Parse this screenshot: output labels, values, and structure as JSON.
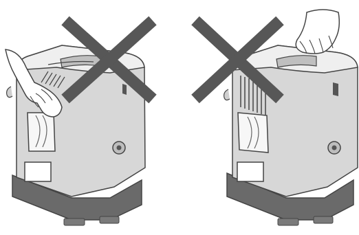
{
  "colors": {
    "background": "#ffffff",
    "body_gray": "#d7d7d7",
    "light_gray": "#efefef",
    "dark_base": "#6a6a6a",
    "outline": "#444444",
    "cross": "#575757",
    "white": "#ffffff"
  },
  "figures": [
    {
      "name": "incorrect-side-lift-example",
      "hand_position": "side-grip",
      "crossed_out": true
    },
    {
      "name": "incorrect-top-lift-example",
      "hand_position": "top-grip",
      "crossed_out": true
    }
  ]
}
